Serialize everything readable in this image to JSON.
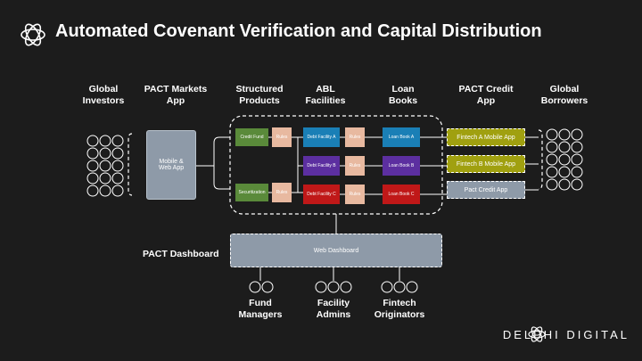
{
  "title": "Automated Covenant Verification and Capital Distribution",
  "columns": {
    "global_investors": "Global Investors",
    "pact_markets_app": "PACT Markets App",
    "structured_products": "Structured Products",
    "abl_facilities": "ABL Facilities",
    "loan_books": "Loan Books",
    "pact_credit_app": "PACT Credit App",
    "global_borrowers": "Global Borrowers"
  },
  "nodes": {
    "mobile_web_app": "Mobile & Web App",
    "credit_fund": "Credit Fund",
    "securitization": "Securitization",
    "rules": "Rules",
    "debt_facility_a": "Debt Facility A",
    "debt_facility_b": "Debt Facility B",
    "debt_facility_c": "Debt Facility C",
    "loan_book_a": "Loan Book A",
    "loan_book_b": "Loan Book B",
    "loan_book_c": "Loan Book C",
    "fintech_a_app": "Fintech A Mobile App",
    "fintech_b_app": "Fintech B Mobile App",
    "pact_credit_app": "Pact Credit App",
    "web_dashboard": "Web Dashboard",
    "pact_dashboard": "PACT Dashboard"
  },
  "users": {
    "fund_managers": "Fund Managers",
    "facility_admins": "Facility Admins",
    "fintech_originators": "Fintech Originators"
  },
  "brand": "DELPHI DIGITAL",
  "colors": {
    "background": "#1c1c1c",
    "slate": "#8e9aa8",
    "green": "#5a8a3a",
    "peach": "#e8b9a0",
    "blue": "#1a7fb6",
    "purple": "#5c2fa0",
    "red": "#c01818",
    "olive": "#a0a010"
  }
}
